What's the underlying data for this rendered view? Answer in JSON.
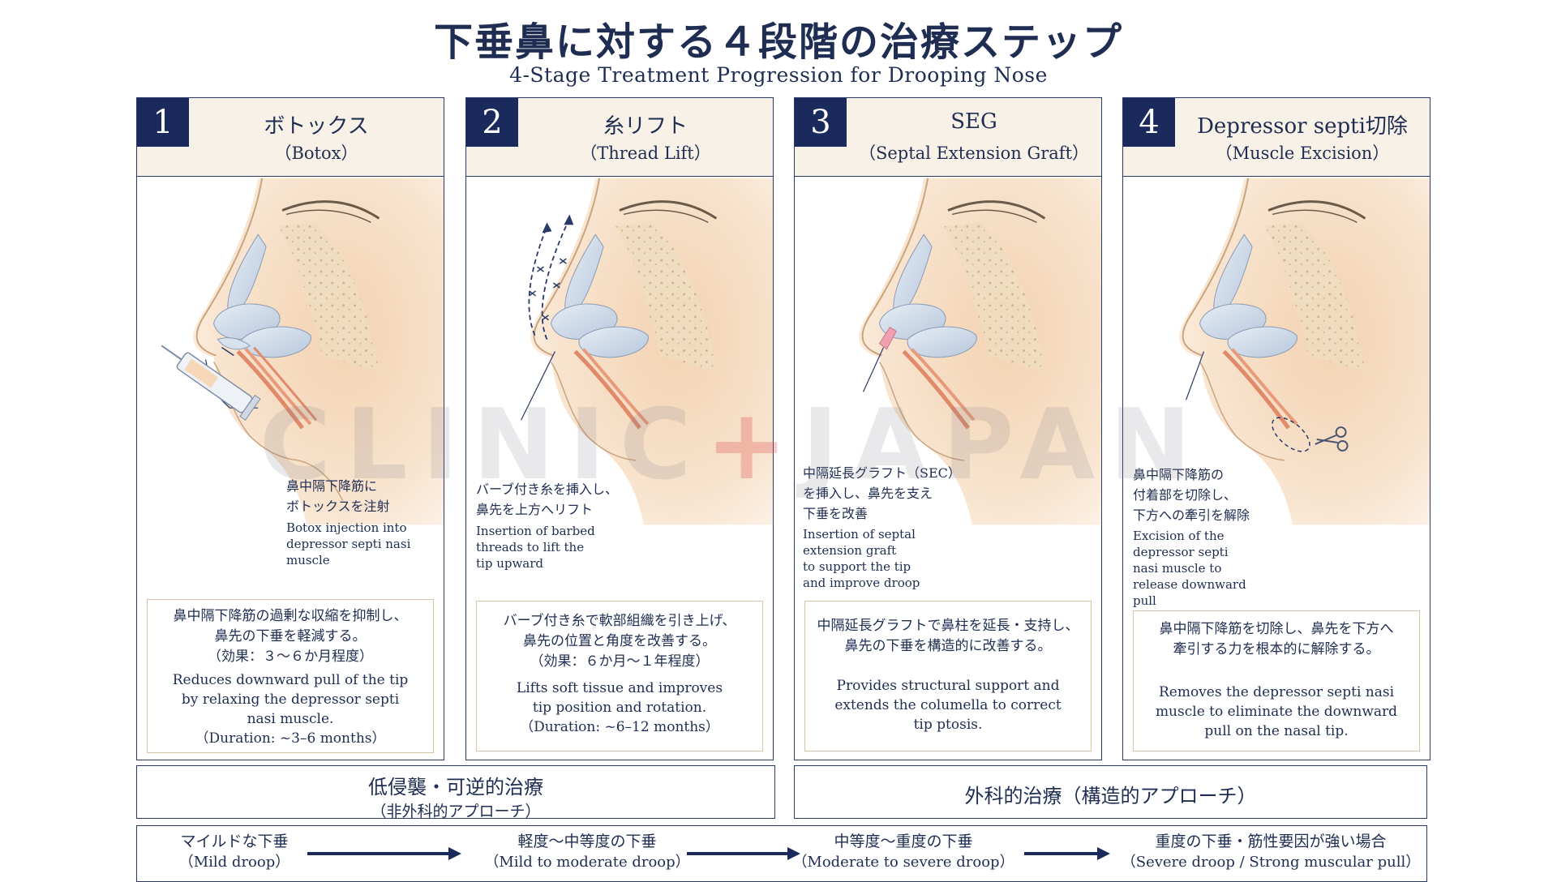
{
  "header": {
    "title_jp": "下垂鼻に対する４段階の治療ステップ",
    "title_en": "4-Stage Treatment Progression for Drooping Nose"
  },
  "panels": [
    {
      "number": "1",
      "title_jp": "ボトックス",
      "title_en": "（Botox）",
      "label_jp": [
        "鼻中隔下降筋に",
        "ボトックスを注射"
      ],
      "label_en": [
        "Botox injection into",
        "depressor septi nasi",
        "muscle"
      ],
      "desc_jp": [
        "鼻中隔下降筋の過剰な収縮を抑制し、",
        "鼻先の下垂を軽減する。",
        "（効果：３〜６か月程度）"
      ],
      "desc_en": [
        "Reduces downward pull of the tip",
        "by relaxing the depressor septi",
        "nasi muscle.",
        "（Duration: ~3–6 months）"
      ]
    },
    {
      "number": "2",
      "title_jp": "糸リフト",
      "title_en": "（Thread Lift）",
      "label_jp": [
        "バーブ付き糸を挿入し、",
        "鼻先を上方へリフト"
      ],
      "label_en": [
        "Insertion of barbed",
        "threads to lift the",
        "tip upward"
      ],
      "desc_jp": [
        "バーブ付き糸で軟部組織を引き上げ、",
        "鼻先の位置と角度を改善する。",
        "（効果：６か月〜１年程度）"
      ],
      "desc_en": [
        "Lifts soft tissue and improves",
        "tip position and rotation.",
        "（Duration: ~6–12 months）"
      ]
    },
    {
      "number": "3",
      "title_jp": "SEG",
      "title_en": "（Septal Extension Graft）",
      "label_jp": [
        "中隔延長グラフト（SEC）",
        "を挿入し、鼻先を支え",
        "下垂を改善"
      ],
      "label_en": [
        "Insertion of septal",
        "extension graft",
        "to support the tip",
        "and improve droop"
      ],
      "desc_jp": [
        "中隔延長グラフトで鼻柱を延長・支持し、",
        "鼻先の下垂を構造的に改善する。"
      ],
      "desc_en": [
        "Provides structural support and",
        "extends the columella to correct",
        "tip ptosis."
      ]
    },
    {
      "number": "4",
      "title_jp": "Depressor septi切除",
      "title_en": "（Muscle Excision）",
      "label_jp": [
        "鼻中隔下降筋の",
        "付着部を切除し、",
        "下方への牽引を解除"
      ],
      "label_en": [
        "Excision of the",
        "depressor septi",
        "nasi muscle to",
        "release downward",
        "pull"
      ],
      "desc_jp": [
        "鼻中隔下降筋を切除し、鼻先を下方へ",
        "牽引する力を根本的に解除する。"
      ],
      "desc_en": [
        "Removes the depressor septi nasi",
        "muscle to eliminate the downward",
        "pull on the nasal tip."
      ]
    }
  ],
  "approaches": {
    "left_jp": "低侵襲・可逆的治療",
    "left_sub": "（非外科的アプローチ）",
    "right_jp": "外科的治療（構造的アプローチ）"
  },
  "progression": [
    {
      "jp": "マイルドな下垂",
      "en": "（Mild droop）"
    },
    {
      "jp": "軽度〜中等度の下垂",
      "en": "（Mild to moderate droop）"
    },
    {
      "jp": "中等度〜重度の下垂",
      "en": "（Moderate to severe droop）"
    },
    {
      "jp": "重度の下垂・筋性要因が強い場合",
      "en": "（Severe droop / Strong muscular pull）"
    }
  ],
  "watermark": {
    "left": "CLINIC",
    "plus": "+",
    "right": "JAPAN"
  },
  "colors": {
    "navy": "#1a2a5c",
    "cream": "#f8f1e7",
    "skin": "#f6dcc0",
    "cartilage": "#c9d6e6",
    "muscle": "#e08a6a",
    "graft": "#f0a0b0",
    "desc_border": "#d9c3a5"
  }
}
